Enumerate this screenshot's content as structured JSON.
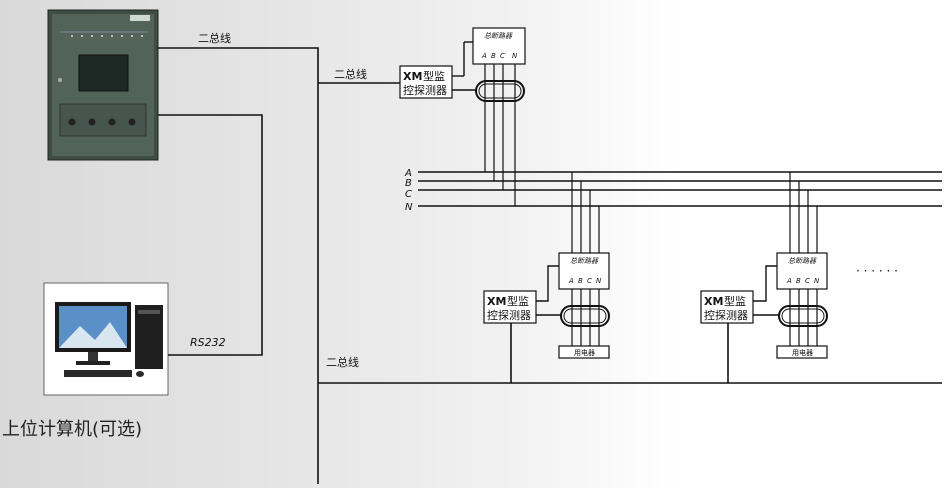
{
  "labels": {
    "bus_label_1": "二总线",
    "bus_label_2": "二总线",
    "bus_label_3": "二总线",
    "rs232": "RS232",
    "phase_a": "A",
    "phase_b": "B",
    "phase_c": "C",
    "phase_n": "N",
    "ellipsis": "· · ·   · · ·",
    "pc_caption": "上位计算机(可选)"
  },
  "breaker_main": {
    "title": "总断路器",
    "terminals": [
      "A",
      "B",
      "C",
      "N"
    ]
  },
  "breaker_branch": {
    "title": "总断路器",
    "terminals": [
      "A",
      "B",
      "C",
      "N"
    ]
  },
  "detector": {
    "bold": "XM",
    "line1_rest": "型监",
    "line2": "控探测器"
  },
  "load_label": "用电器",
  "colors": {
    "line": "#111111",
    "panel": "#4a5a52",
    "screen": "#2b3a34"
  }
}
